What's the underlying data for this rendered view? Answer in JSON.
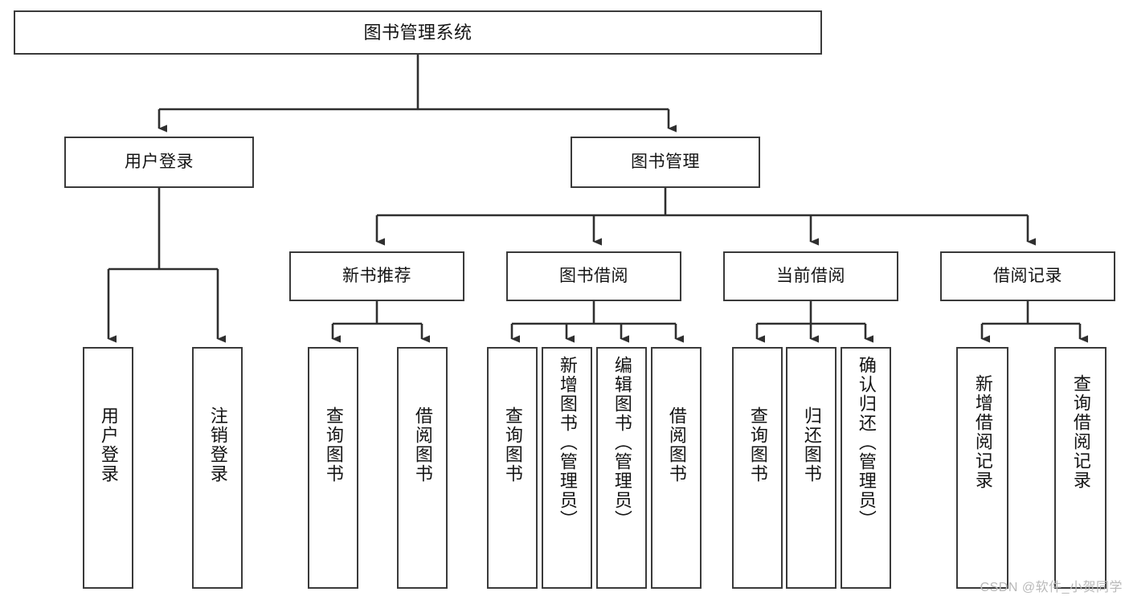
{
  "diagram": {
    "title": "图书管理系统",
    "type": "hierarchy-tree",
    "watermark": "CSDN @软件_小贺同学",
    "colors": {
      "box_border": "#3a3a3a",
      "box_fill": "#ffffff",
      "connector": "#2f2f2f",
      "text": "#141414",
      "watermark": "#b9b9b9",
      "page_background": "#ffffff"
    },
    "root": {
      "label": "图书管理系统"
    },
    "level2": [
      {
        "id": "user-login",
        "label": "用户登录"
      },
      {
        "id": "book-manage",
        "label": "图书管理"
      }
    ],
    "level3": [
      {
        "id": "new-book-recommend",
        "label": "新书推荐",
        "parent": "book-manage"
      },
      {
        "id": "book-borrow",
        "label": "图书借阅",
        "parent": "book-manage"
      },
      {
        "id": "current-borrow",
        "label": "当前借阅",
        "parent": "book-manage"
      },
      {
        "id": "borrow-record",
        "label": "借阅记录",
        "parent": "book-manage"
      }
    ],
    "leaves": [
      {
        "id": "leaf-user-login",
        "label": "用户登录",
        "parent": "user-login"
      },
      {
        "id": "leaf-logout",
        "label": "注销登录",
        "parent": "user-login"
      },
      {
        "id": "leaf-query-book-1",
        "label": "查询图书",
        "parent": "new-book-recommend"
      },
      {
        "id": "leaf-borrow-book-1",
        "label": "借阅图书",
        "parent": "new-book-recommend"
      },
      {
        "id": "leaf-query-book-2",
        "label": "查询图书",
        "parent": "book-borrow"
      },
      {
        "id": "leaf-add-book",
        "label": "新增图书（管理员）",
        "parent": "book-borrow"
      },
      {
        "id": "leaf-edit-book",
        "label": "编辑图书（管理员）",
        "parent": "book-borrow"
      },
      {
        "id": "leaf-borrow-book-2",
        "label": "借阅图书",
        "parent": "book-borrow"
      },
      {
        "id": "leaf-query-book-3",
        "label": "查询图书",
        "parent": "current-borrow"
      },
      {
        "id": "leaf-return-book",
        "label": "归还图书",
        "parent": "current-borrow"
      },
      {
        "id": "leaf-confirm-return",
        "label": "确认归还（管理员）",
        "parent": "current-borrow"
      },
      {
        "id": "leaf-add-record",
        "label": "新增借阅记录",
        "parent": "borrow-record"
      },
      {
        "id": "leaf-query-record",
        "label": "查询借阅记录",
        "parent": "borrow-record"
      }
    ]
  }
}
